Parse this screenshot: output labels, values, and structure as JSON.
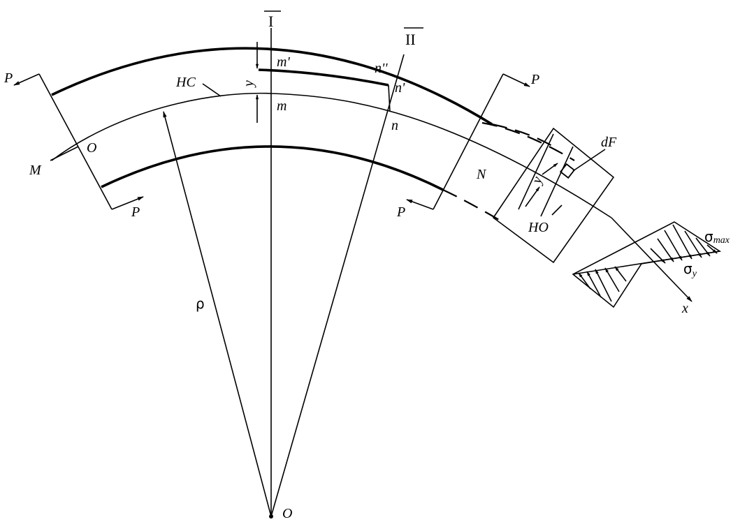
{
  "labels": {
    "section_1": "I",
    "section_2": "II",
    "p_top_left": "P",
    "p_bottom_left": "P",
    "p_top_right": "P",
    "p_bottom_right": "P",
    "m_prime": "m'",
    "m": "m",
    "n_dprime": "n''",
    "n_prime": "n'",
    "n": "n",
    "y_left": "y",
    "hc": "HC",
    "o_left": "O",
    "m_big": "M",
    "n_big": "N",
    "df": "dF",
    "y_right": "y",
    "ho": "HO",
    "sigma_max": "σ",
    "sigma_max_sub": "max",
    "sigma_y": "σ",
    "sigma_y_sub": "y",
    "x_axis": "x",
    "rho": "ρ",
    "o_center": "O"
  },
  "colors": {
    "ink": "#000000",
    "background": "#ffffff"
  }
}
